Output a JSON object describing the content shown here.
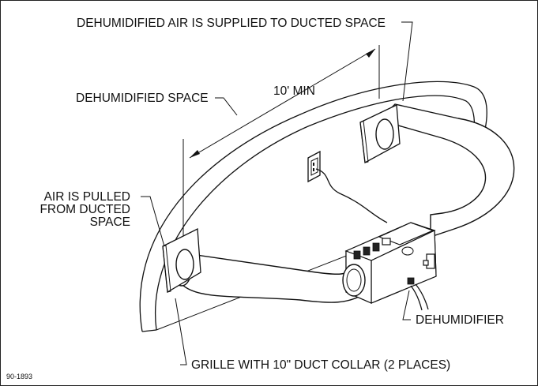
{
  "labels": {
    "supplied": "DEHUMIDIFIED AIR IS SUPPLIED TO DUCTED SPACE",
    "dehumidified_space": "DEHUMIDIFIED SPACE",
    "min_distance": "10' MIN",
    "pulled_line1": "AIR IS PULLED",
    "pulled_line2": "FROM DUCTED",
    "pulled_line3": "SPACE",
    "dehumidifier": "DEHUMIDIFIER",
    "grille": "GRILLE WITH 10\" DUCT COLLAR (2 PLACES)",
    "figure_id": "90-1893"
  }
}
